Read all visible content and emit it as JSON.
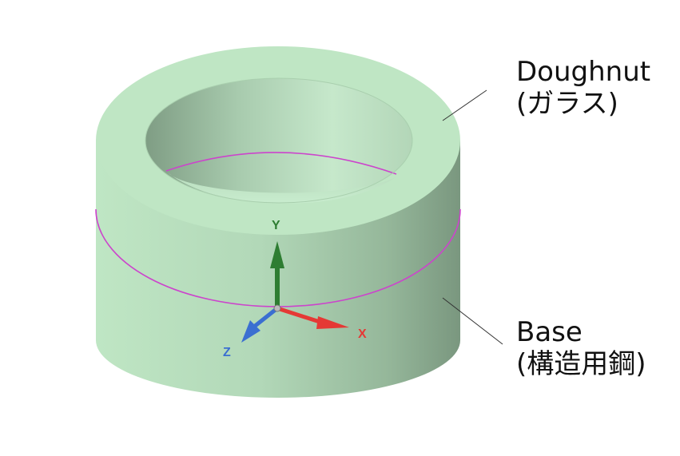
{
  "labels": {
    "doughnut_name": "Doughnut",
    "doughnut_material": "(ガラス)",
    "base_name": "Base",
    "base_material": "(構造用鋼)"
  },
  "axes": {
    "x": "X",
    "y": "Y",
    "z": "Z"
  },
  "colors": {
    "body_fill": "#bde5c2",
    "body_shade": "#7a977f",
    "seam_line": "#cc44cc",
    "axis_x": "#e53935",
    "axis_y": "#2e7d32",
    "axis_z": "#3b6fd1",
    "leader_line": "#333333"
  }
}
